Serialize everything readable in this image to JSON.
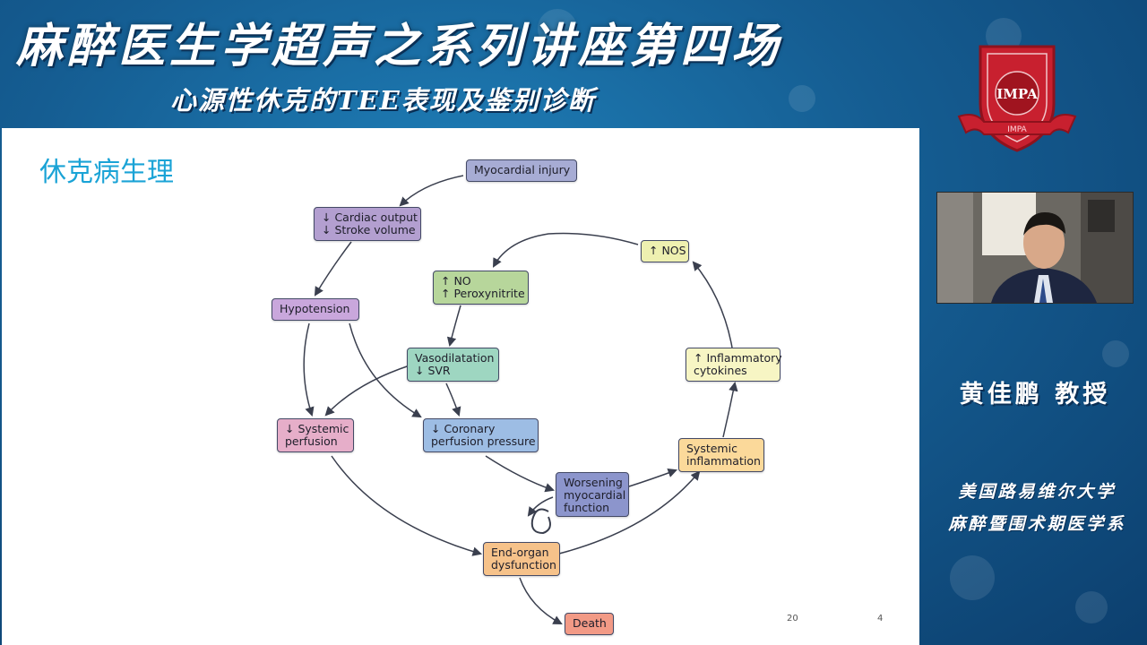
{
  "header": {
    "title": "麻醉医生学超声之系列讲座第四场",
    "subtitle": "心源性休克的TEE表现及鉴别诊断"
  },
  "logo": {
    "text": "IMPA",
    "ribbon": "IMPA"
  },
  "slide": {
    "title": "休克病生理",
    "footnote": "20",
    "page_number": "4",
    "nodes": {
      "myocardial_injury": [
        "Myocardial injury"
      ],
      "cardiac_output": [
        "↓ Cardiac output",
        "↓ Stroke volume"
      ],
      "hypotension": [
        "Hypotension"
      ],
      "no": [
        "↑ NO",
        "↑ Peroxynitrite"
      ],
      "vasodilatation": [
        "Vasodilatation",
        "↓ SVR"
      ],
      "systemic_perfusion": [
        "↓ Systemic",
        "perfusion"
      ],
      "coronary": [
        "↓ Coronary",
        "perfusion pressure"
      ],
      "worsening": [
        "Worsening",
        "myocardial",
        "function"
      ],
      "end_organ": [
        "End-organ",
        "dysfunction"
      ],
      "death": [
        "Death"
      ],
      "nos": [
        "↑ NOS"
      ],
      "cytokines": [
        "↑ Inflammatory",
        "cytokines"
      ],
      "inflammation": [
        "Systemic",
        "inflammation"
      ]
    }
  },
  "sidebar": {
    "presenter": "黄佳鹏 教授",
    "affiliation_line1": "美国路易维尔大学",
    "affiliation_line2": "麻醉暨围术期医学系"
  },
  "colors": {
    "slide_title": "#1aa3d6",
    "banner_bg": "#155d92",
    "logo_red": "#c8202f",
    "arrow": "#3a3f4e"
  }
}
